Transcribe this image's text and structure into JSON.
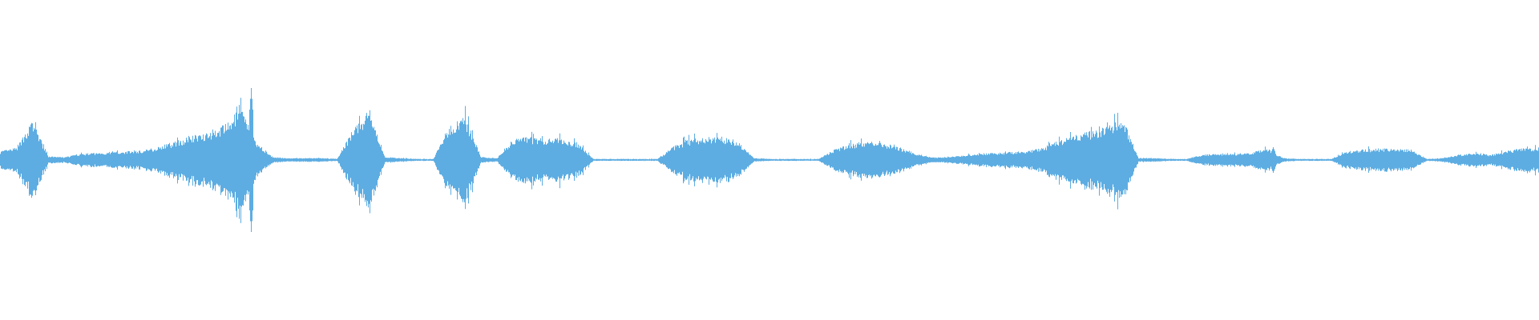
{
  "waveform": {
    "color": "#5dade2",
    "background": "#ffffff",
    "envelope_percent_of_full_scale": [
      5,
      7,
      22.5,
      2,
      1.5,
      3.5,
      4,
      4.5,
      5,
      5.5,
      8,
      11,
      14,
      16.5,
      20,
      30,
      10,
      1.5,
      1,
      1,
      1,
      0.5,
      17.5,
      30,
      1.5,
      1,
      0.5,
      0.5,
      20,
      25,
      1.5,
      1,
      12.5,
      13,
      12,
      12.5,
      10,
      0.5,
      0.5,
      0.5,
      0.5,
      0.5,
      8,
      12,
      13,
      13,
      11,
      1,
      0.5,
      0.5,
      0.5,
      0.5,
      6,
      9,
      11,
      10,
      7.5,
      4,
      1.5,
      1.5,
      2.5,
      3.5,
      4,
      4.5,
      5,
      7,
      11,
      14,
      16.5,
      19,
      25,
      1,
      1,
      0.5,
      0.5,
      3,
      3.5,
      3.5,
      4,
      7,
      1,
      0.5,
      0.5,
      0.5,
      5,
      6,
      6.5,
      6.5,
      6,
      0.5,
      1,
      3,
      4,
      3,
      5,
      7
    ]
  }
}
